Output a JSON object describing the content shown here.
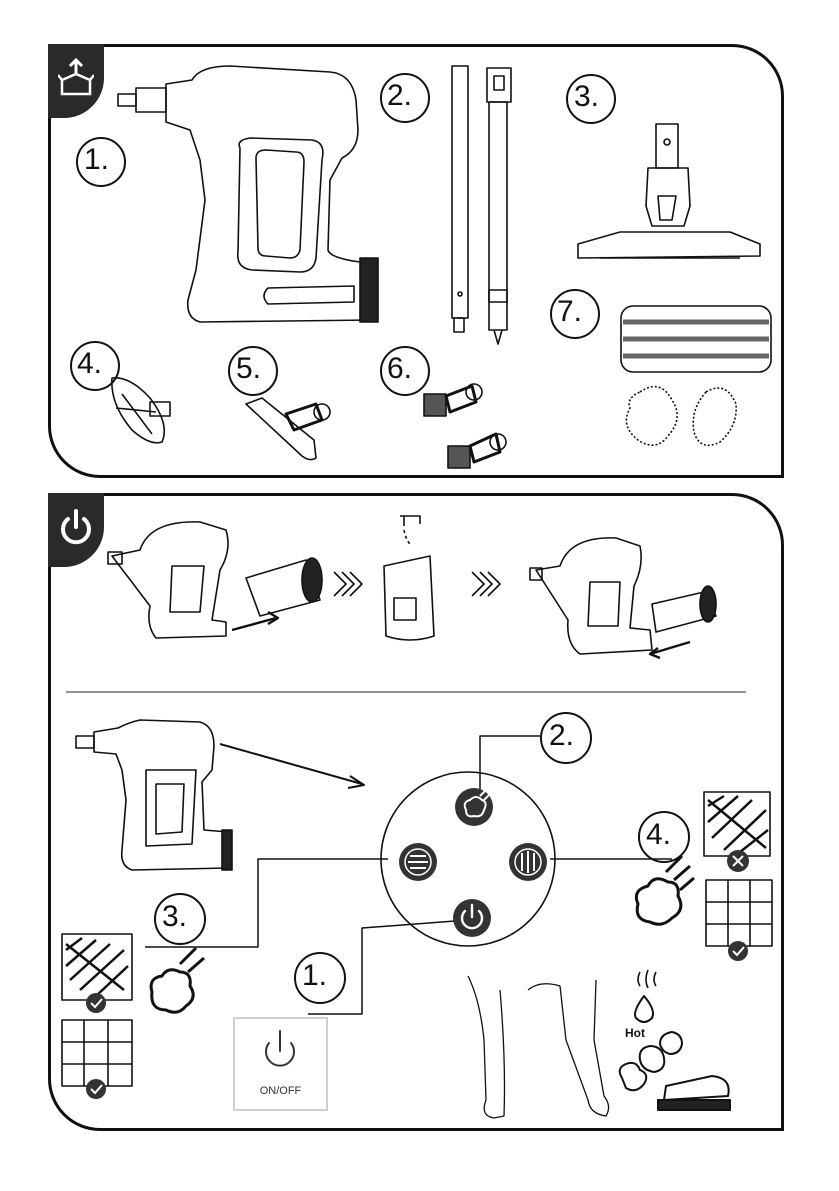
{
  "panel_contents": {
    "tab_icon": "unbox-icon",
    "parts": [
      {
        "number": "1.",
        "item": "handheld-steamer-body"
      },
      {
        "number": "2.",
        "item": "extension-tubes"
      },
      {
        "number": "3.",
        "item": "floor-head"
      },
      {
        "number": "4.",
        "item": "round-brush-attachment"
      },
      {
        "number": "5.",
        "item": "narrow-nozzle-attachment"
      },
      {
        "number": "6.",
        "item": "bristle-brush-attachments"
      },
      {
        "number": "7.",
        "item": "microfibre-pad-and-cloths"
      }
    ]
  },
  "panel_usage": {
    "tab_icon": "power-icon",
    "control_callouts": [
      "1.",
      "2.",
      "3.",
      "4."
    ],
    "onoff_label": "ON/OFF",
    "hot_label": "Hot",
    "colors": {
      "outline": "#111111",
      "tab": "#2a2a2a",
      "button": "#333333",
      "box_border": "#cfcfcf"
    }
  }
}
